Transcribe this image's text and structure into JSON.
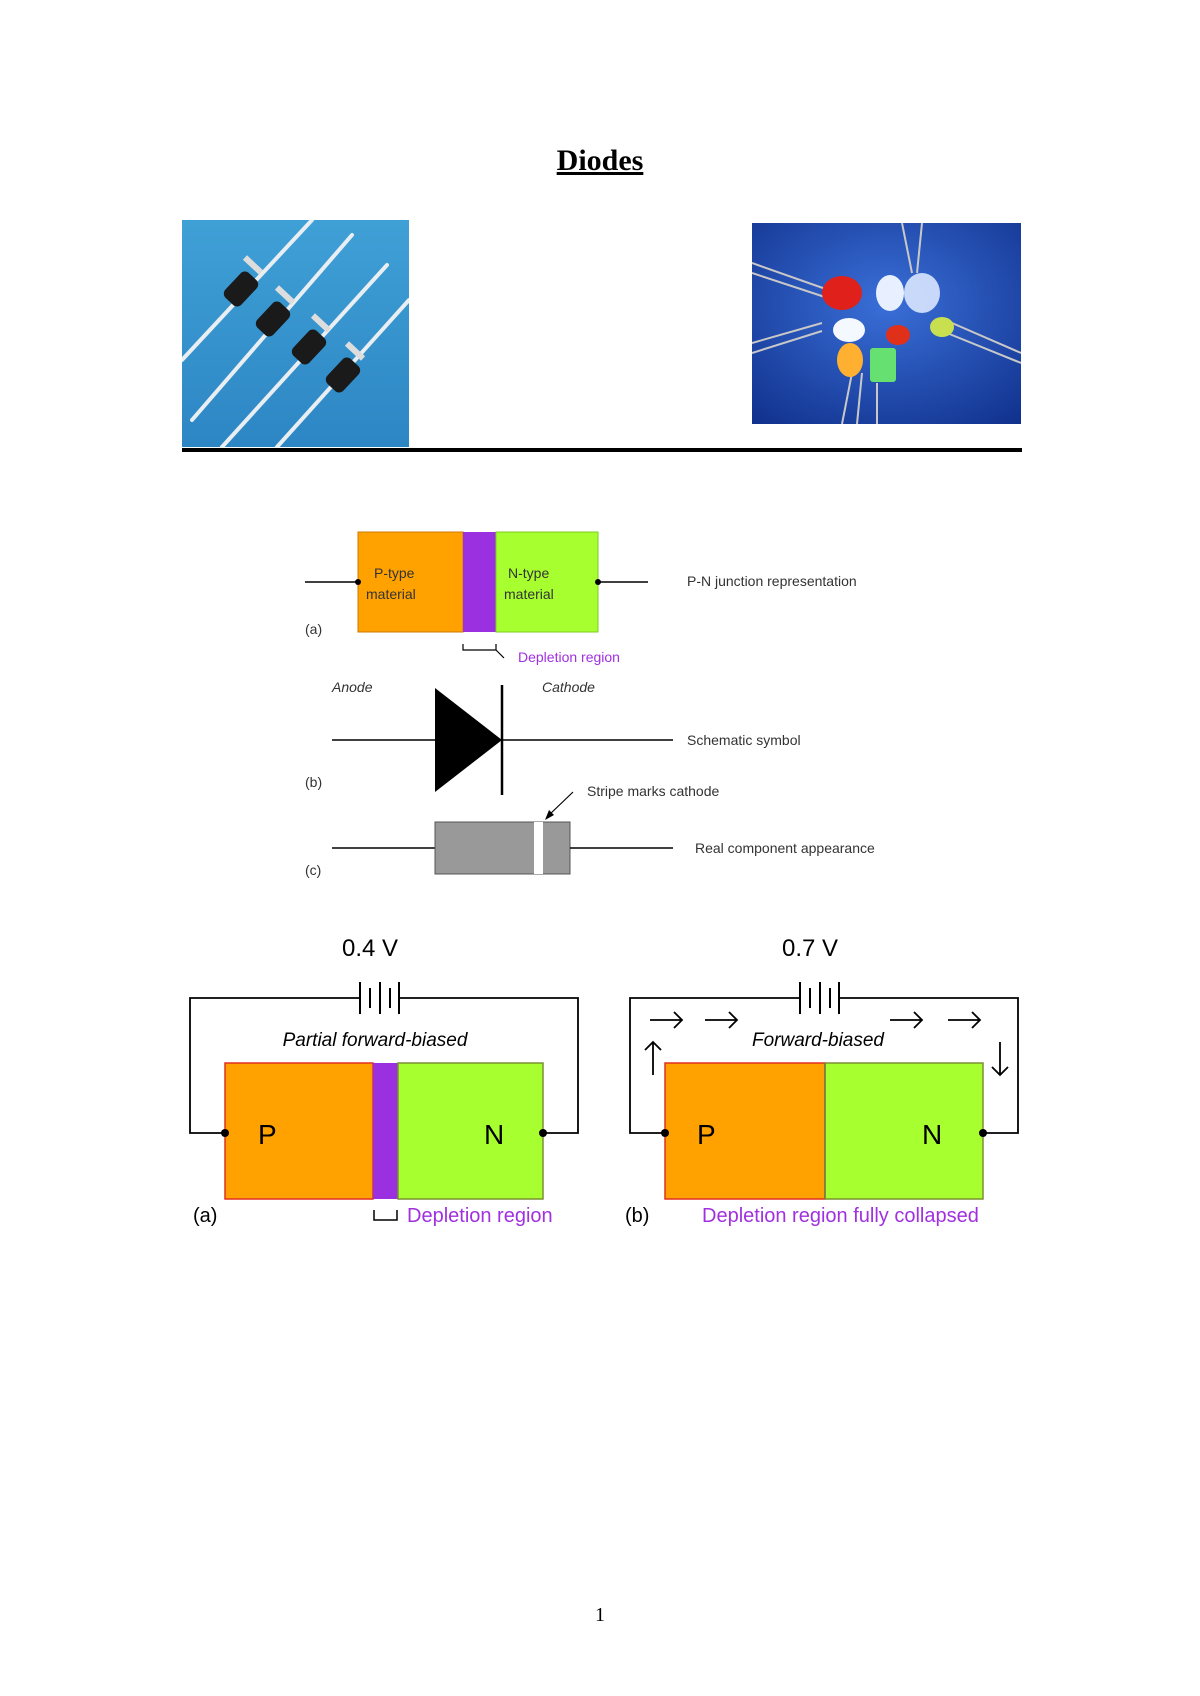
{
  "title": "Diodes",
  "page_number": "1",
  "colors": {
    "p_type": "#ffa200",
    "n_type": "#a8ff30",
    "depletion": "#9a30e0",
    "label_purple": "#a030e0",
    "component_body": "#999999"
  },
  "photos": {
    "left": "photo of black axial rectifier diodes on blue background",
    "right": "photo of colored LEDs (red, white, yellow, green) on blue background"
  },
  "junction_diagram": {
    "p_label_line1": "P-type",
    "p_label_line2": "material",
    "n_label_line1": "N-type",
    "n_label_line2": "material",
    "depletion_label": "Depletion region",
    "row_a_marker": "(a)",
    "row_a_caption": "P-N junction representation",
    "anode_label": "Anode",
    "cathode_label": "Cathode",
    "row_b_marker": "(b)",
    "row_b_caption": "Schematic symbol",
    "stripe_label": "Stripe marks cathode",
    "row_c_marker": "(c)",
    "row_c_caption": "Real component appearance"
  },
  "bias_diagram": {
    "a": {
      "voltage": "0.4 V",
      "state": "Partial forward-biased",
      "p": "P",
      "n": "N",
      "marker": "(a)",
      "depletion_label": "Depletion region"
    },
    "b": {
      "voltage": "0.7 V",
      "state": "Forward-biased",
      "p": "P",
      "n": "N",
      "marker": "(b)",
      "depletion_label": "Depletion region fully collapsed"
    }
  }
}
